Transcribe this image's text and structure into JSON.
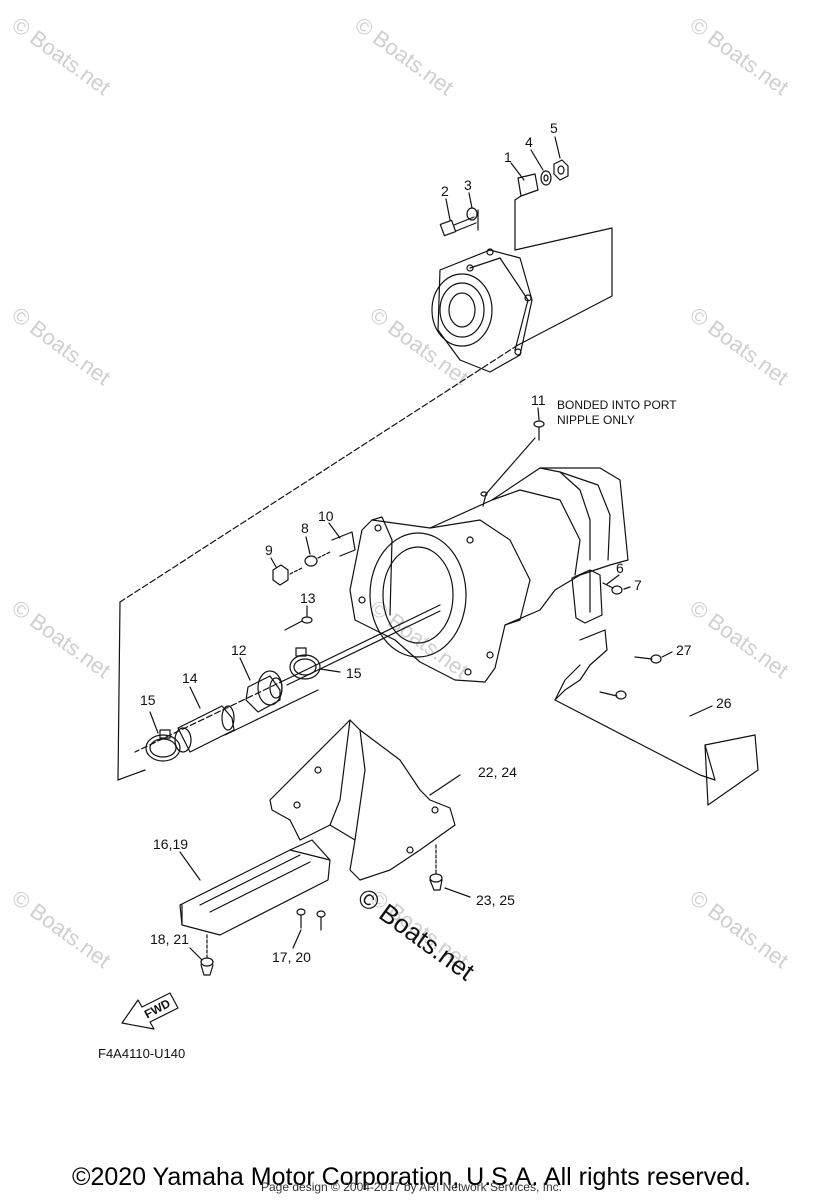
{
  "watermarks": [
    "© Boats.net",
    "© Boats.net",
    "© Boats.net",
    "© Boats.net",
    "© Boats.net",
    "© Boats.net",
    "© Boats.net",
    "© Boats.net",
    "© Boats.net",
    "© Boats.net",
    "© Boats.net",
    "© Boats.net"
  ],
  "center_watermark": "© Boats.net",
  "note": {
    "line1": "BONDED INTO PORT",
    "line2": "NIPPLE ONLY"
  },
  "callouts": [
    "1",
    "2",
    "3",
    "4",
    "5",
    "6",
    "7",
    "8",
    "9",
    "10",
    "11",
    "12",
    "13",
    "14",
    "15",
    "15",
    "16,19",
    "17, 20",
    "18, 21",
    "22, 24",
    "23, 25",
    "26",
    "27"
  ],
  "fwd_label": "FWD",
  "figure_code": "F4A4110-U140",
  "copyright": "©2020 Yamaha Motor Corporation, U.S.A. All rights reserved.",
  "page_design": "Page design © 2004-2017 by ARI Network Services, Inc."
}
